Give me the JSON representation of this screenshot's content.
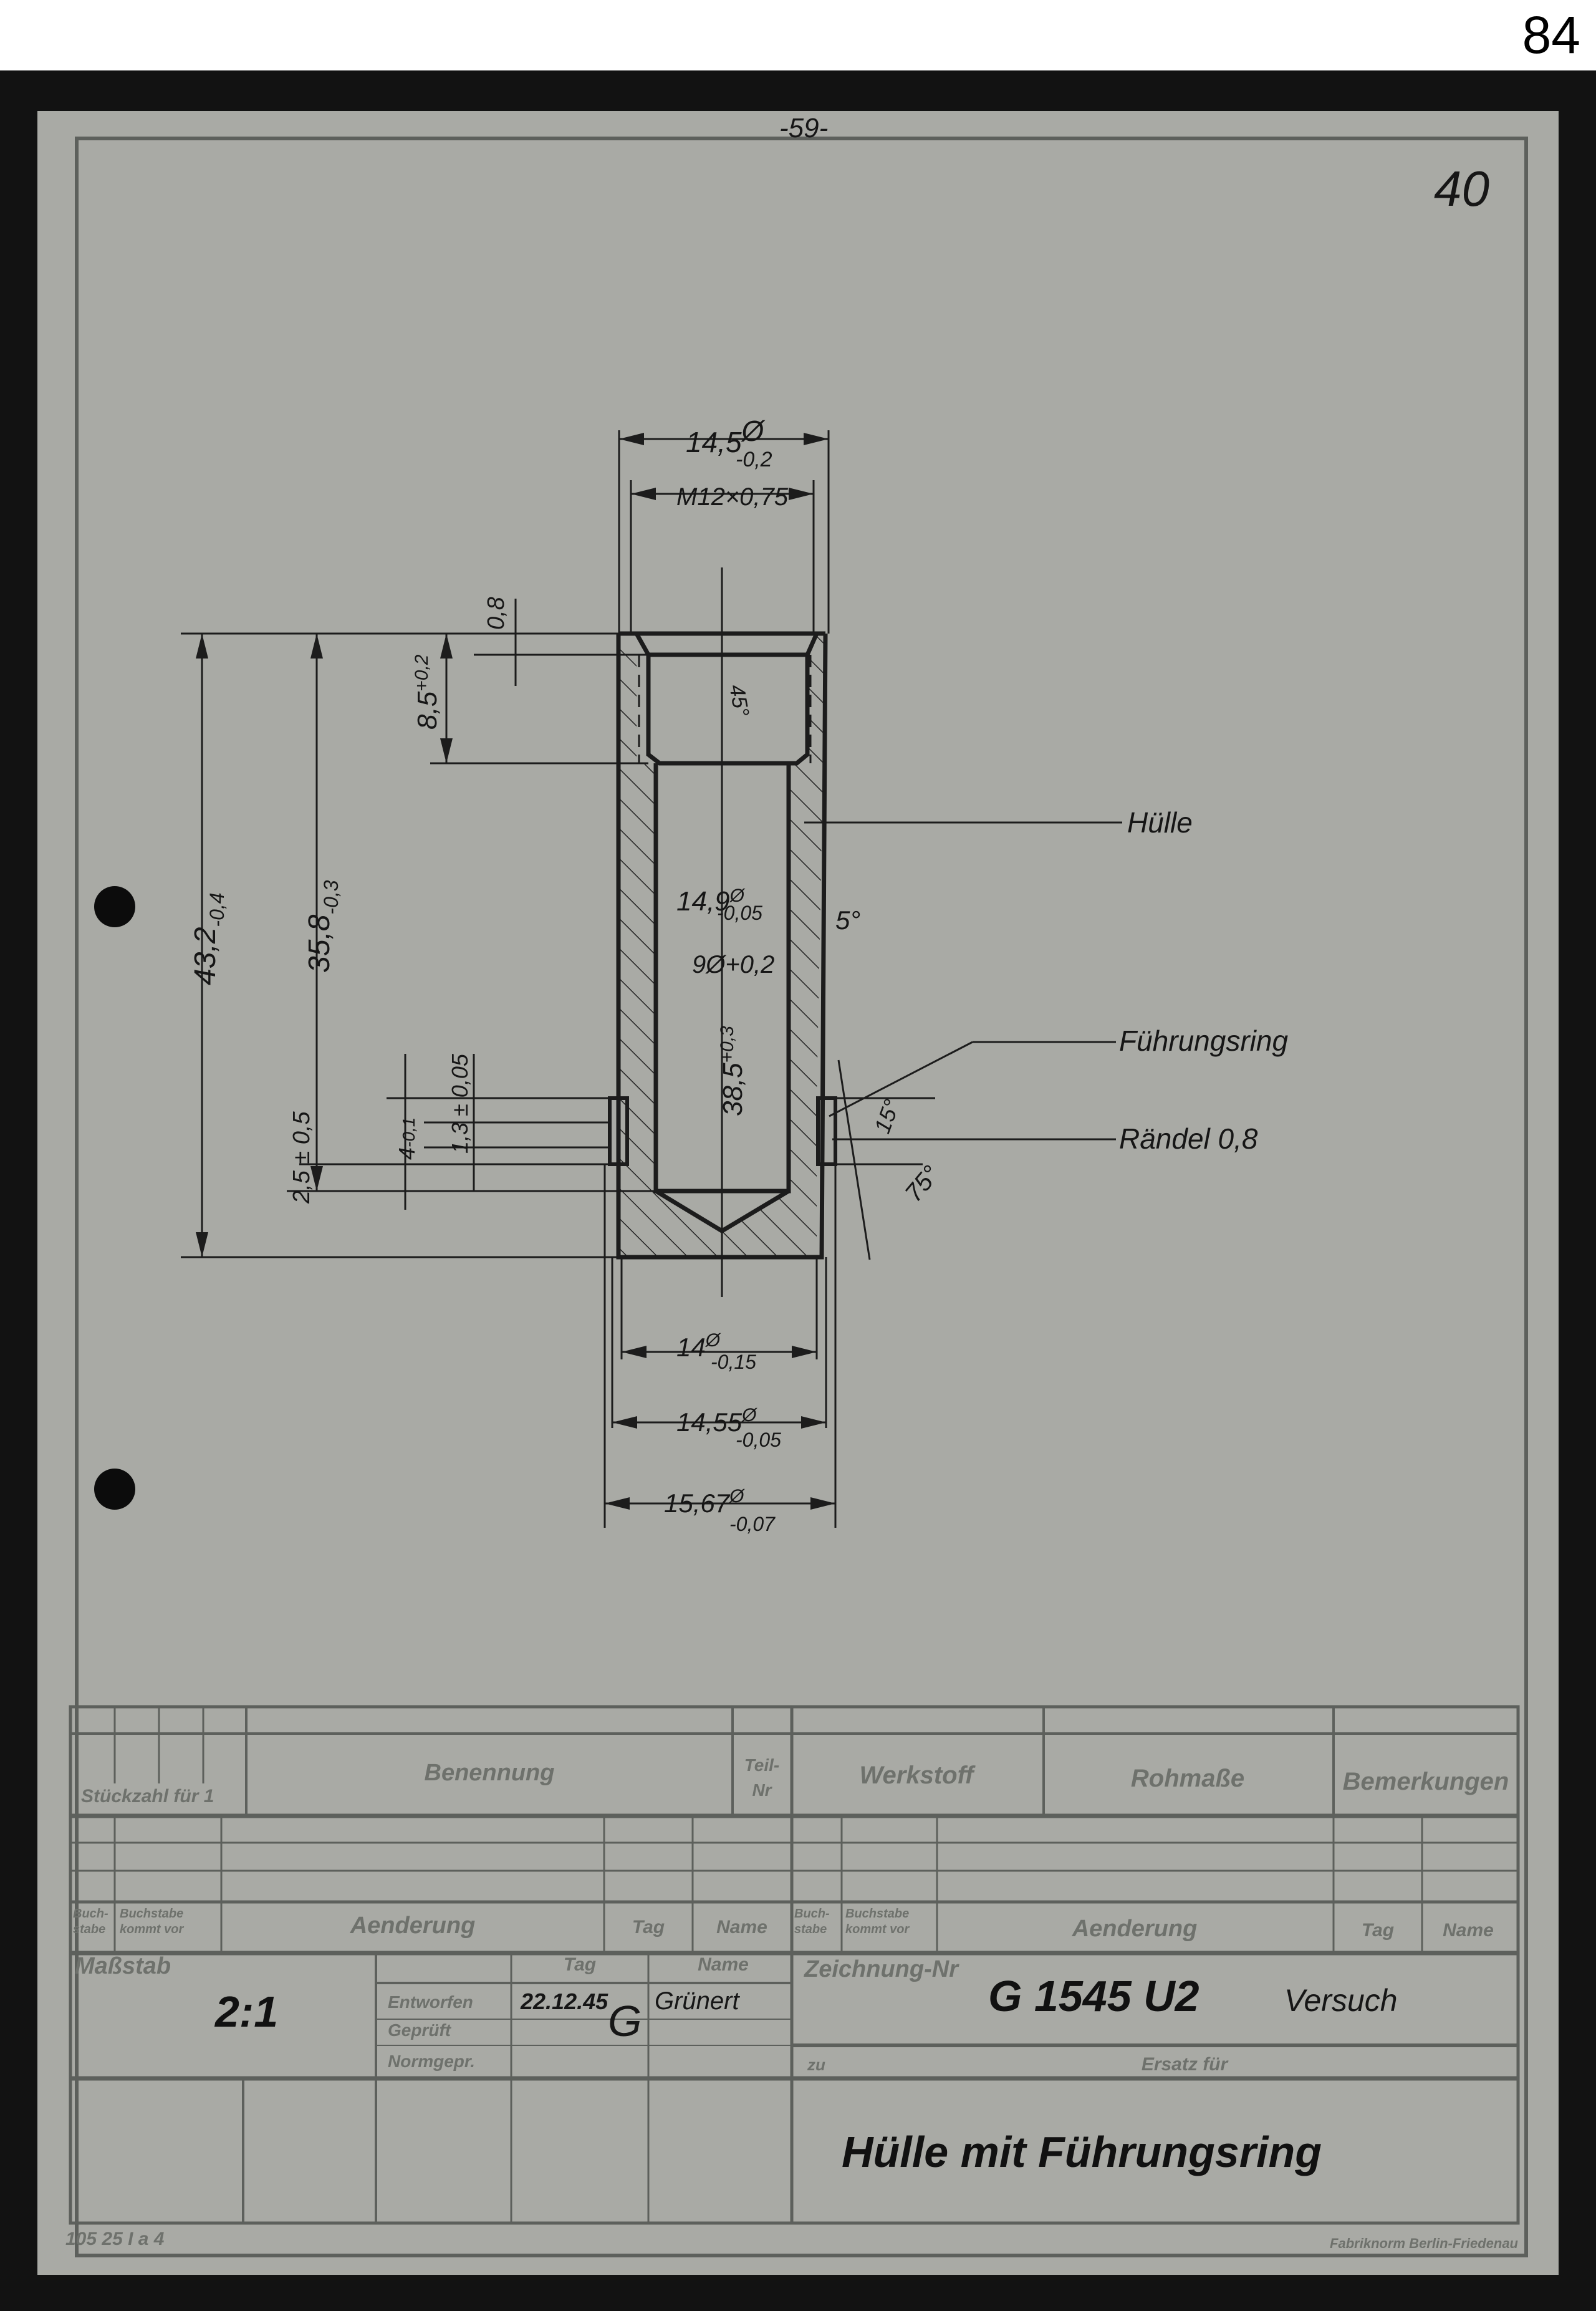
{
  "page_number": "84",
  "handwritten": {
    "sheet_no": "40",
    "top_mark": "-59-"
  },
  "drawing": {
    "dims": {
      "d_top_outer": {
        "value": "14,5",
        "sym": "Ø",
        "tol": "-0,2"
      },
      "thread": {
        "value": "M12×0,75"
      },
      "chamfer_depth": {
        "value": "0,8"
      },
      "thread_depth": {
        "value": "8,5",
        "tol": "+0,2"
      },
      "chamfer_angle": {
        "value": "45°"
      },
      "overall_length": {
        "value": "43,2",
        "tol": "-0,4"
      },
      "length_to_ring": {
        "value": "35,8",
        "tol": "-0,3"
      },
      "bore_outer": {
        "value": "14,9",
        "sym": "Ø",
        "tol": "-0,05"
      },
      "bore_inner": {
        "value": "9Ø+0,2"
      },
      "taper_angle": {
        "value": "5°"
      },
      "bore_depth": {
        "value": "38,5",
        "tol": "+0,3"
      },
      "ring_pos": {
        "value": "2,5 ± 0,5"
      },
      "ring_width": {
        "value": "4",
        "tol": "-0,1"
      },
      "knurl_width": {
        "value": "1,3 ± 0,05"
      },
      "ring_chamfer": {
        "value": "15°"
      },
      "ring_angle": {
        "value": "75°"
      },
      "d_bottom": {
        "value": "14",
        "sym": "Ø",
        "tol": "-0,15"
      },
      "d_ring_seat": {
        "value": "14,55",
        "sym": "Ø",
        "tol": "-0,05"
      },
      "d_ring": {
        "value": "15,67",
        "sym": "Ø",
        "tol": "-0,07"
      }
    },
    "labels": {
      "shell": "Hülle",
      "guide_ring": "Führungsring",
      "knurl": "Rändel 0,8"
    }
  },
  "title_block": {
    "headers": {
      "quantity": "Stückzahl für 1",
      "designation": "Benennung",
      "part_no_1": "Teil-",
      "part_no_2": "Nr",
      "material": "Werkstoff",
      "raw_size": "Rohmaße",
      "remarks": "Bemerkungen"
    },
    "changes_left": {
      "letter_1": "Buch-",
      "letter_2": "stabe",
      "letter_col_1": "Buchstabe",
      "letter_col_2": "kommt vor",
      "change": "Aenderung",
      "day": "Tag",
      "name": "Name"
    },
    "changes_right": {
      "letter_1": "Buch-",
      "letter_2": "stabe",
      "letter_col_1": "Buchstabe",
      "letter_col_2": "kommt vor",
      "change": "Aenderung",
      "day": "Tag",
      "name": "Name"
    },
    "scale_label": "Maßstab",
    "scale": "2:1",
    "approval": {
      "day_header": "Tag",
      "name_header": "Name",
      "designed": "Entworfen",
      "checked": "Geprüft",
      "standards": "Normgepr.",
      "designed_date": "22.12.45",
      "designed_name": "Grünert"
    },
    "drawing_no_label": "Zeichnung-Nr",
    "drawing_no": "G 1545  U2",
    "status": "Versuch",
    "for_label": "zu",
    "replaces_label": "Ersatz für",
    "title": "Hülle mit Führungsring"
  },
  "footer": {
    "form_no": "105 25 I a 4",
    "printer": "Fabriknorm Berlin-Friedenau"
  }
}
